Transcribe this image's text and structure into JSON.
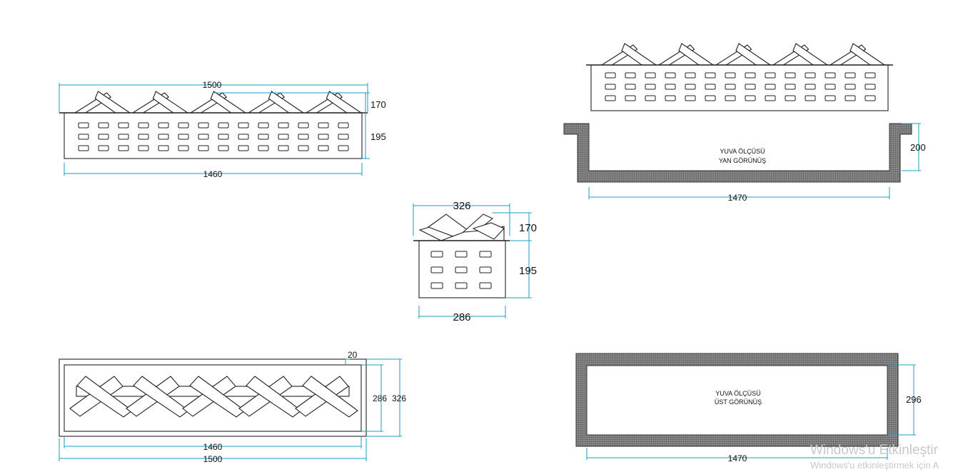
{
  "colors": {
    "dimension": "#1a9fc4",
    "outline": "#222222",
    "hatch": "#6e6e6e"
  },
  "side_view": {
    "total_length": "1500",
    "inner_length": "1460",
    "log_height": "170",
    "box_height": "195"
  },
  "end_view": {
    "total_width": "326",
    "inner_width": "286",
    "log_height": "170",
    "box_height": "195"
  },
  "top_view": {
    "wall": "20",
    "inner_width": "286",
    "total_width": "326",
    "inner_length": "1460",
    "total_length": "1500"
  },
  "niche_side": {
    "height": "200",
    "length": "1470",
    "label_line1": "YUVA ÖLÇÜSÜ",
    "label_line2": "YAN GÖRÜNÜŞ"
  },
  "niche_top": {
    "width": "296",
    "length": "1470",
    "label_line1": "YUVA ÖLÇÜSÜ",
    "label_line2": "ÜST GÖRÜNÜŞ"
  },
  "watermark": {
    "line1": "Windows'u Etkinleştir",
    "line2": "Windows'u etkinleştirmek için A"
  }
}
